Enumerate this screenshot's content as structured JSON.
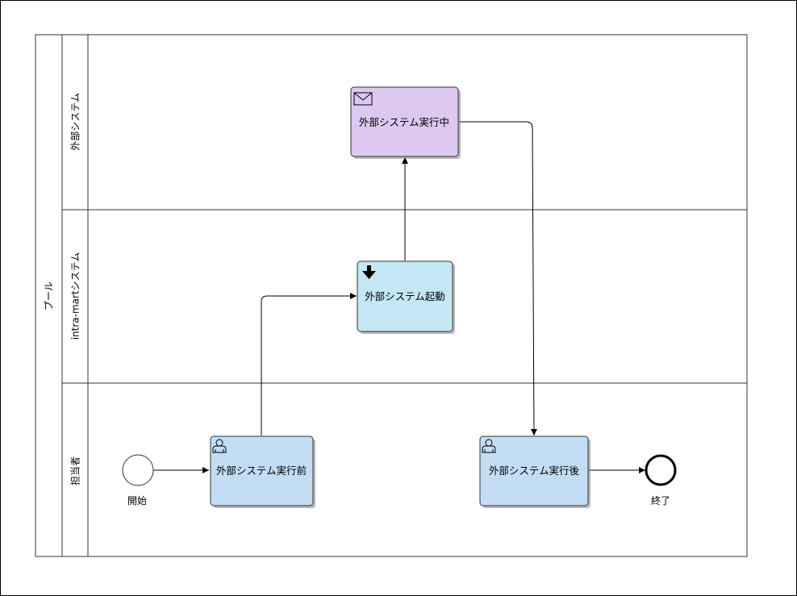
{
  "pool": {
    "label": "プール"
  },
  "lanes": [
    {
      "id": "external",
      "label": "外部システム"
    },
    {
      "id": "intramart",
      "label": "intra-martシステム"
    },
    {
      "id": "person",
      "label": "担当者"
    }
  ],
  "tasks": {
    "ext_running": {
      "label": "外部システム実行中",
      "type": "message-icon",
      "fill": "#dcc8f0"
    },
    "ext_start": {
      "label": "外部システム起動",
      "type": "arrow-down-icon",
      "fill": "#c3e7f3"
    },
    "before": {
      "label": "外部システム実行前",
      "type": "user-icon",
      "fill": "#c3ddf5"
    },
    "after": {
      "label": "外部システム実行後",
      "type": "user-icon",
      "fill": "#c3ddf5"
    }
  },
  "events": {
    "start": {
      "label": "開始"
    },
    "end": {
      "label": "終了"
    }
  },
  "colors": {
    "stroke": "#333333",
    "shadow": "#8a8a8a"
  }
}
